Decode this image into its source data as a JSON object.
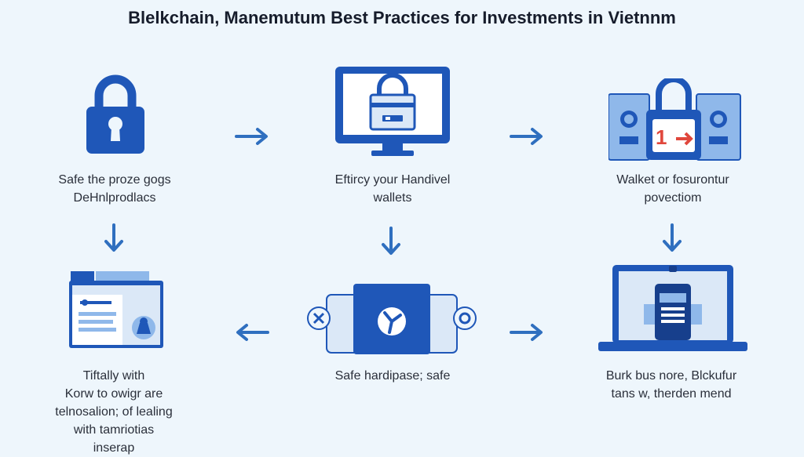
{
  "title": "Blelkchain, Manemutum Best Practices for Investments in Vietnnm",
  "colors": {
    "background": "#eef6fc",
    "primary": "#1f57b8",
    "dark": "#173f8c",
    "light": "#8fb8ea",
    "arrow": "#2f6fbf",
    "accent": "#e0473c"
  },
  "steps": [
    {
      "id": "step1",
      "icon": "padlock-icon",
      "caption": [
        "Safe the proze gogs",
        "DeHnlprodlacs"
      ]
    },
    {
      "id": "step2",
      "icon": "monitor-lock-icon",
      "caption": [
        "Eftircy your Handivel",
        "wallets"
      ]
    },
    {
      "id": "step3",
      "icon": "wallet-lock-icon",
      "caption": [
        "Walket or fosurontur",
        "povectiom"
      ],
      "badge": "1"
    },
    {
      "id": "step4",
      "icon": "laptop-phone-icon",
      "caption": [
        "Burk bus nore, Blckufur",
        "tans w, therden mend"
      ]
    },
    {
      "id": "step5",
      "icon": "hardware-card-icon",
      "caption": [
        "Safe hardipase; safe"
      ]
    },
    {
      "id": "step6",
      "icon": "browser-window-icon",
      "caption": [
        "Tiftally with",
        "Korw to owigr are",
        "telnosalion; of lealing",
        "with tamriotias",
        "inserap"
      ]
    }
  ]
}
